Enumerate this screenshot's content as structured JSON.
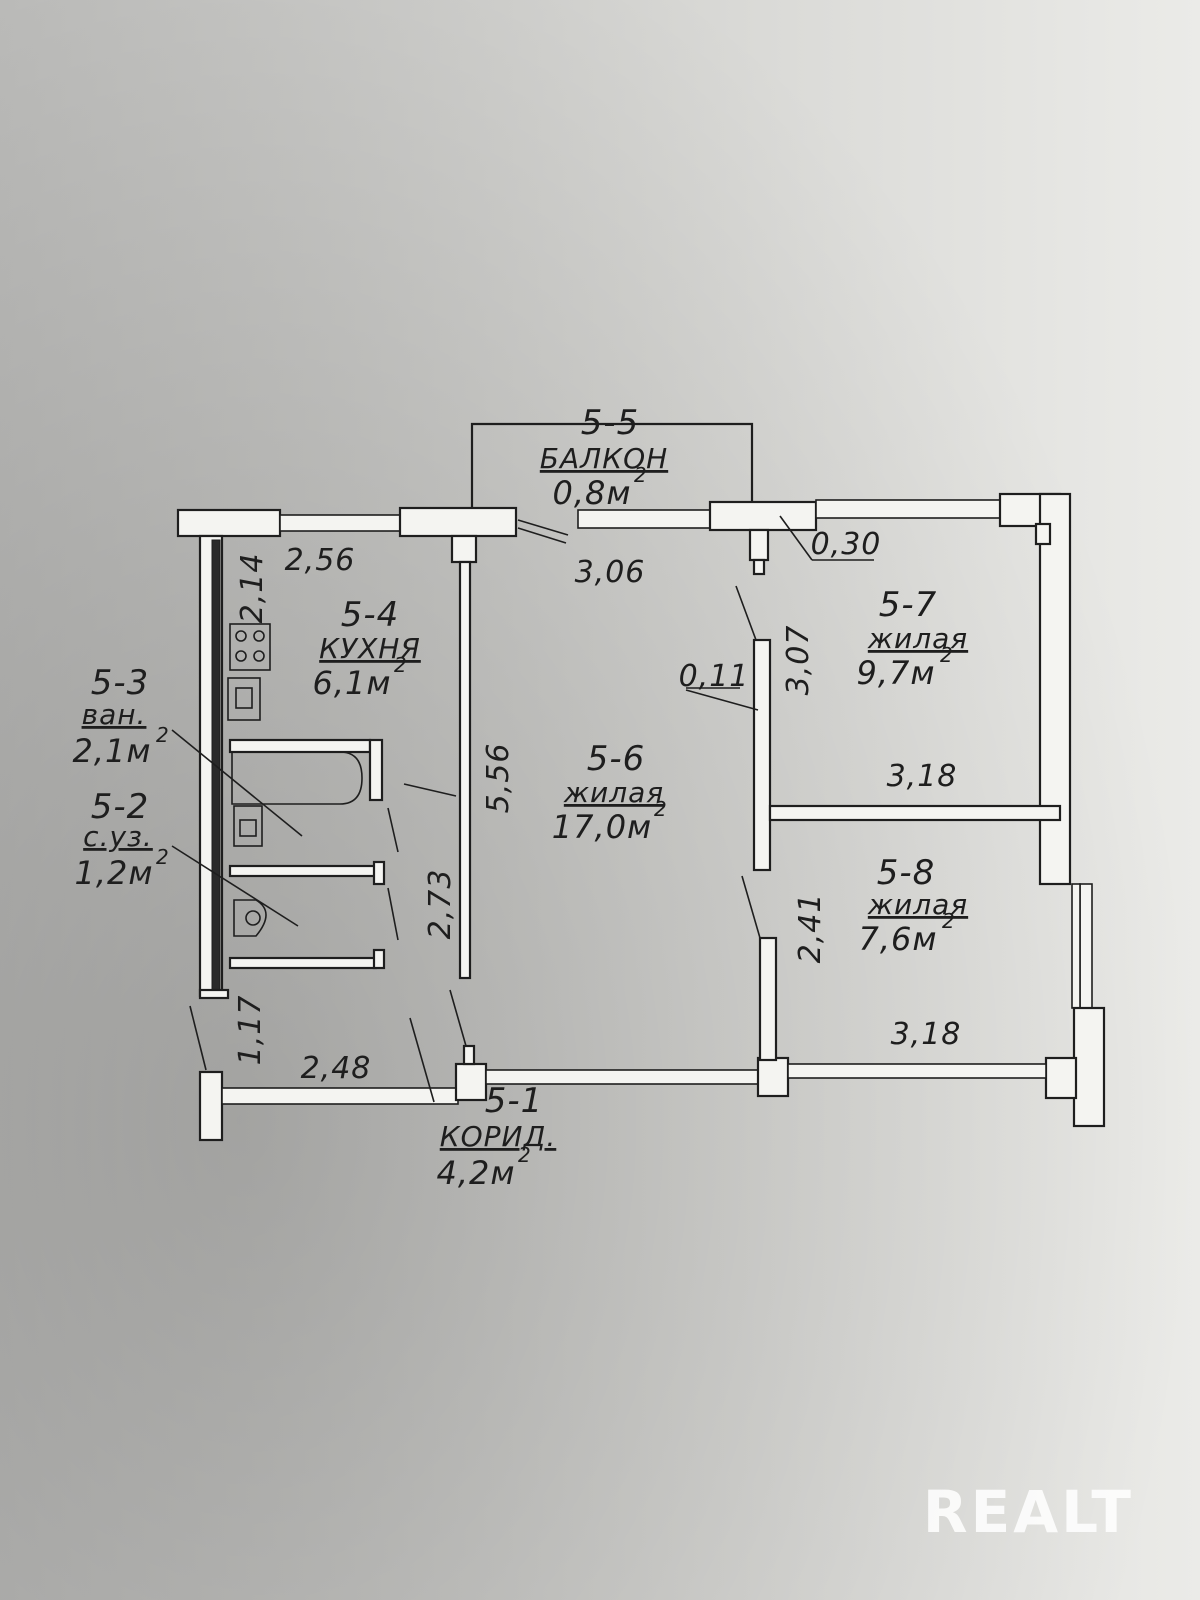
{
  "rooms": [
    {
      "id": "5-5",
      "name": "БАЛКОН",
      "area": "0,8м",
      "sup": "2"
    },
    {
      "id": "5-4",
      "name": "КУХНЯ",
      "area": "6,1м",
      "sup": "2"
    },
    {
      "id": "5-3",
      "name": "ван.",
      "area": "2,1м",
      "sup": "2"
    },
    {
      "id": "5-2",
      "name": "с.уз.",
      "area": "1,2м",
      "sup": "2"
    },
    {
      "id": "5-6",
      "name": "жилая",
      "area": "17,0м",
      "sup": "2"
    },
    {
      "id": "5-7",
      "name": "жилая",
      "area": "9,7м",
      "sup": "2"
    },
    {
      "id": "5-8",
      "name": "жилая",
      "area": "7,6м",
      "sup": "2"
    },
    {
      "id": "5-1",
      "name": "КОРИД.",
      "area": "4,2м",
      "sup": "2"
    }
  ],
  "dimensions": [
    "2,56",
    "3,06",
    "0,30",
    "2,14",
    "3,07",
    "0,11",
    "5,56",
    "3,18",
    "2,73",
    "2,41",
    "3,18",
    "1,17",
    "2,48"
  ],
  "watermark": "REALT"
}
